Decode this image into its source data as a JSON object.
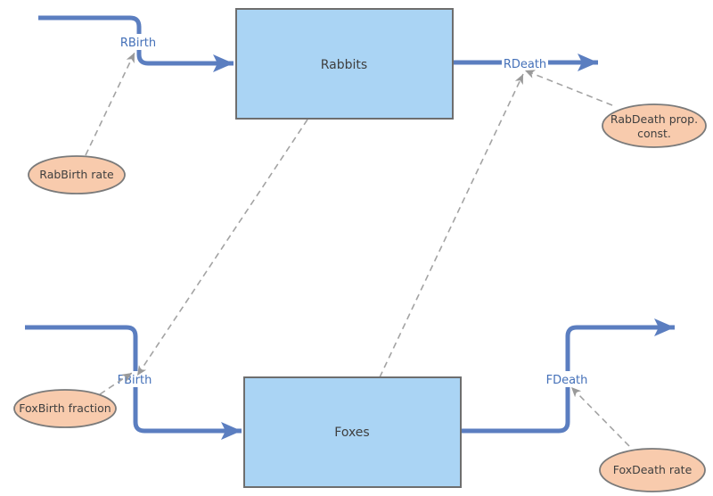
{
  "diagram": {
    "type": "stock-and-flow-model",
    "colors": {
      "flow_pipe": "#5b7ec0",
      "flow_label": "#4470b8",
      "stock_fill": "#aad4f4",
      "stock_border": "#6e6e6e",
      "aux_fill": "#f8cbad",
      "aux_border": "#7a7a7a",
      "connector": "#a3a3a3",
      "arrowhead": "#9a9a9a",
      "text": "#3f3f3f",
      "background": "#ffffff"
    },
    "stocks": [
      {
        "id": "rabbits",
        "label": "Rabbits"
      },
      {
        "id": "foxes",
        "label": "Foxes"
      }
    ],
    "flows": [
      {
        "id": "rbirth",
        "label": "RBirth",
        "from": "source",
        "to": "Rabbits"
      },
      {
        "id": "rdeath",
        "label": "RDeath",
        "from": "Rabbits",
        "to": "sink"
      },
      {
        "id": "fbirth",
        "label": "FBirth",
        "from": "source",
        "to": "Foxes"
      },
      {
        "id": "fdeath",
        "label": "FDeath",
        "from": "Foxes",
        "to": "sink"
      }
    ],
    "auxiliaries": [
      {
        "id": "rabbirth-rate",
        "lines": [
          "RabBirth rate"
        ]
      },
      {
        "id": "rabdeath-prop-const",
        "lines": [
          "RabDeath prop.",
          "const."
        ]
      },
      {
        "id": "foxbirth-fraction",
        "lines": [
          "FoxBirth fraction"
        ]
      },
      {
        "id": "foxdeath-rate",
        "lines": [
          "FoxDeath rate"
        ]
      }
    ],
    "connectors": [
      {
        "from": "RabBirth rate",
        "to": "RBirth"
      },
      {
        "from": "RabDeath prop. const.",
        "to": "RDeath"
      },
      {
        "from": "Foxes",
        "to": "RDeath"
      },
      {
        "from": "Rabbits",
        "to": "FBirth"
      },
      {
        "from": "FoxBirth fraction",
        "to": "FBirth"
      },
      {
        "from": "FoxDeath rate",
        "to": "FDeath"
      }
    ]
  }
}
